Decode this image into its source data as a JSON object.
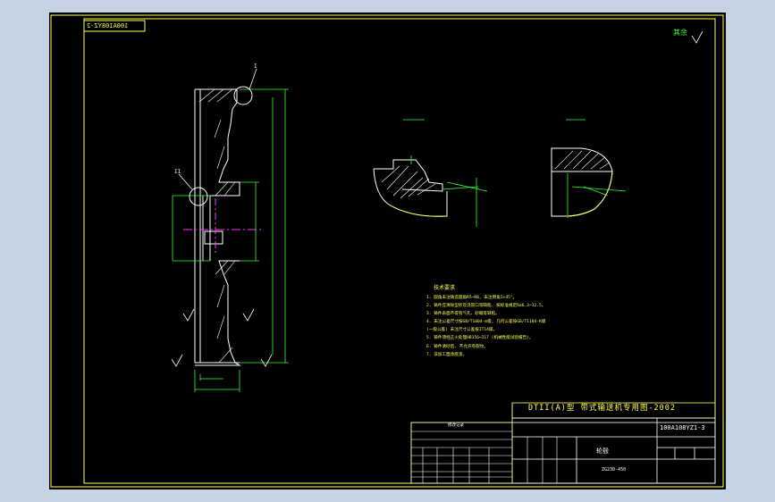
{
  "drawing": {
    "code_stamp": "100A108YZ-2",
    "roughness_other": "其余",
    "title_line": "DTII(A)型 带式输送机专用图-2002",
    "drawing_number": "100A108YZ1-3",
    "part_name": "轮毂",
    "material": "ZG230-450",
    "detail_label_1": "I",
    "detail_label_2": "II",
    "tech_requirements": {
      "title": "技术要求",
      "items": [
        "1. 圆角未注铸造圆角R5~R8, 未注倒角1×45°。",
        "2. 铸件应清除型砂及浇冒口等缺陷, 按标准规定Ra6.3~12.5。",
        "3. 铸件表面不得有气孔、砂眼等缺陷。",
        "4. 未注公差尺寸按GB/T1804-m级, 几何公差按GB/T1184-K级",
        "   (一般公差) 未注尺寸公差按IT14级。",
        "5. 铸件须经正火处理HB156~217 (机械性能试验报告)。",
        "6. 铸件清砂后, 不允许有裂纹。",
        "7. 非加工面涂底漆。"
      ]
    },
    "change_table_header": "修改记录"
  }
}
